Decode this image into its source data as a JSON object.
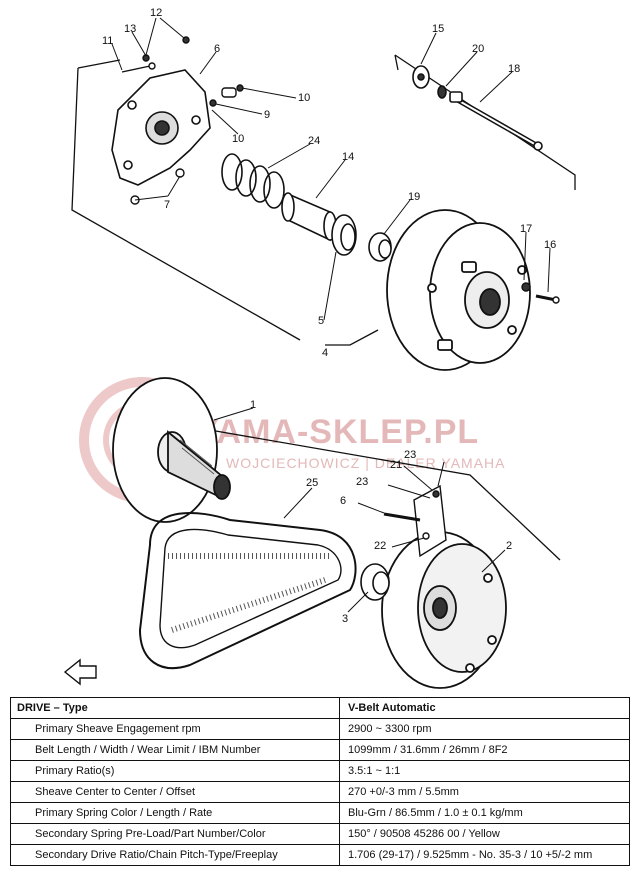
{
  "watermark": {
    "title": "YAMA-SKLEP.PL",
    "subtitle": "WOJCIECHOWICZ | DEALER YAMAHA"
  },
  "callouts": {
    "c1": "1",
    "c2": "2",
    "c3": "3",
    "c4": "4",
    "c5": "5",
    "c6a": "6",
    "c6b": "6",
    "c7": "7",
    "c9": "9",
    "c10a": "10",
    "c10b": "10",
    "c11": "11",
    "c12": "12",
    "c13": "13",
    "c14": "14",
    "c15": "15",
    "c16": "16",
    "c17": "17",
    "c18": "18",
    "c19": "19",
    "c20": "20",
    "c21": "21",
    "c22": "22",
    "c23a": "23",
    "c23b": "23",
    "c24": "24",
    "c25": "25"
  },
  "table": {
    "header_label": "DRIVE – Type",
    "header_value": "V-Belt Automatic",
    "rows": [
      {
        "label": "Primary Sheave Engagement rpm",
        "value": "2900 ~ 3300 rpm"
      },
      {
        "label": "Belt Length / Width / Wear Limit / IBM Number",
        "value": "1099mm / 31.6mm / 26mm / 8F2"
      },
      {
        "label": "Primary Ratio(s)",
        "value": "3.5:1 ~ 1:1"
      },
      {
        "label": "Sheave Center to Center / Offset",
        "value": "270 +0/-3 mm / 5.5mm"
      },
      {
        "label": "Primary Spring Color / Length / Rate",
        "value": "Blu-Grn / 86.5mm / 1.0 ± 0.1 kg/mm"
      },
      {
        "label": "Secondary Spring Pre-Load/Part Number/Color",
        "value": "150° / 90508 45286 00 / Yellow"
      },
      {
        "label": "Secondary  Drive  Ratio/Chain  Pitch-Type/Freeplay",
        "value": "1.706 (29-17) / 9.525mm - No. 35-3 / 10 +5/-2 mm"
      }
    ]
  }
}
